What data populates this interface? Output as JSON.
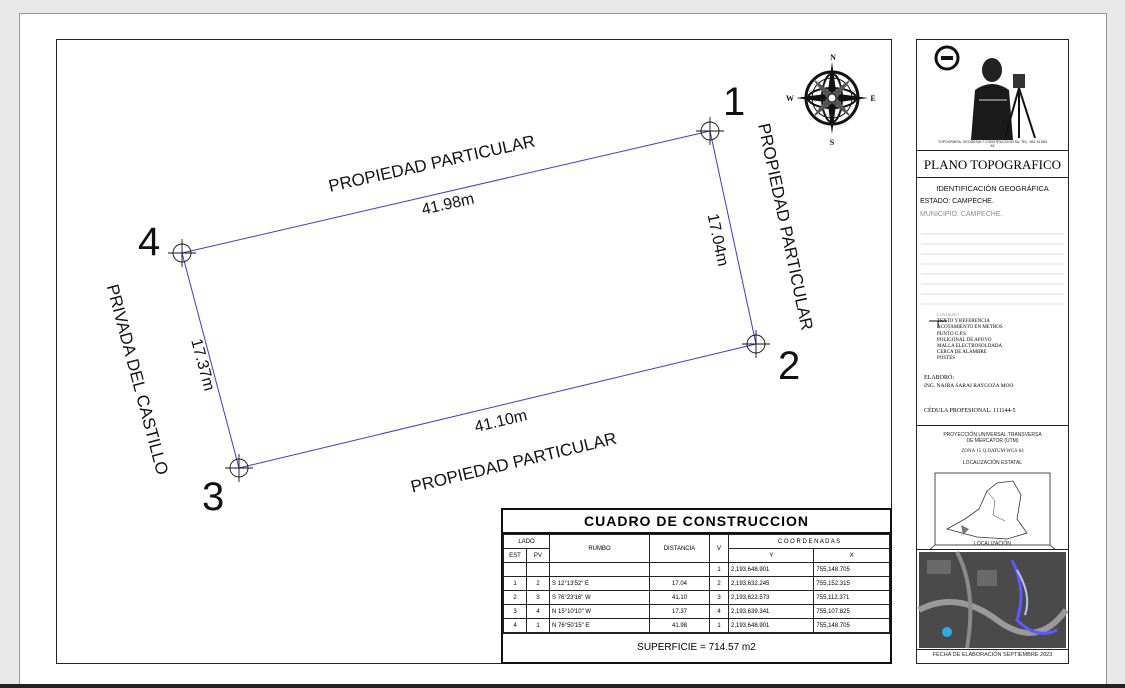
{
  "plan": {
    "points": [
      {
        "label": "1"
      },
      {
        "label": "2"
      },
      {
        "label": "3"
      },
      {
        "label": "4"
      }
    ],
    "side_lengths": {
      "top": "41.98m",
      "right": "17.04m",
      "bottom": "41.10m",
      "left": "17.37m"
    },
    "neighbors": {
      "top": "PROPIEDAD PARTICULAR",
      "right": "PROPIEDAD PARTICULAR",
      "bottom": "PROPIEDAD PARTICULAR",
      "left": "PRIVADA DEL CASTILLO"
    },
    "compass": {
      "n": "N",
      "s": "S",
      "e": "E",
      "w": "W"
    },
    "colors": {
      "boundary": "#3b3bd6",
      "ink": "#111111"
    }
  },
  "cuadro": {
    "title": "CUADRO DE CONSTRUCCION",
    "headers": {
      "lado": "LADO",
      "est": "EST",
      "pv": "PV",
      "rumbo": "RUMBO",
      "distancia": "DISTANCIA",
      "v": "V",
      "coordenadas": "C O O R D E N A D A S",
      "y": "Y",
      "x": "X"
    },
    "start_row": {
      "v": "1",
      "y": "2,193,648.901",
      "x": "755,148.705"
    },
    "rows": [
      {
        "est": "1",
        "pv": "2",
        "rumbo": "S 12°13'52\" E",
        "distancia": "17.04",
        "v": "2",
        "y": "2,193,632.245",
        "x": "755,152.315"
      },
      {
        "est": "2",
        "pv": "3",
        "rumbo": "S 76°23'16\" W",
        "distancia": "41.10",
        "v": "3",
        "y": "2,193,622.573",
        "x": "755,112.371"
      },
      {
        "est": "3",
        "pv": "4",
        "rumbo": "N 15°10'10\" W",
        "distancia": "17.37",
        "v": "4",
        "y": "2,193,639.341",
        "x": "755,107.825"
      },
      {
        "est": "4",
        "pv": "1",
        "rumbo": "N 76°50'15\" E",
        "distancia": "41.98",
        "v": "1",
        "y": "2,193,648.901",
        "x": "755,148.705"
      }
    ],
    "superficie": "SUPERFICIE = 714.57 m2"
  },
  "title_block": {
    "logo_caption": "TOPOGRAFIA, GEODESIA Y CONSTRUCCION SA. TEL. 981 10 683 48",
    "plan_title": "PLANO TOPOGRAFICO",
    "identificacion": "IDENTIFICACIÓN GEOGRÁFICA",
    "estado": "ESTADO: CAMPECHE.",
    "municipio": "MUNICIPIO: CAMPECHE.",
    "legend": [
      "LINDERO",
      "TEXTO Y REFERENCIA",
      "ACOTAMIENTO EN METROS",
      "PUNTO G.P.S",
      "POLIGONAL DE APOYO",
      "MALLA ELECTROSOLDADA",
      "CERCA DE ALAMBRE",
      "POSTES"
    ],
    "elaboro_label": "ELABORÓ:",
    "elaboro_name": "ING. NAJRA SARAI RAYGOZA MOO",
    "cedula": "CÉDULA PROFESIONAL. 111144-5",
    "proyeccion_1": "PROYECCIÓN UNIVERSAL TRANSVERSA",
    "proyeccion_2": "DE MERCATOR (UTM)",
    "zona": "ZONA 15 Q DATUM WGS 84",
    "loc_estatal": "LOCALIZACIÓN ESTATAL",
    "localizacion": "LOCALIZACIÓN",
    "fecha": "FECHA DE ELABORACIÓN SEPTIEMBRE 2023"
  }
}
